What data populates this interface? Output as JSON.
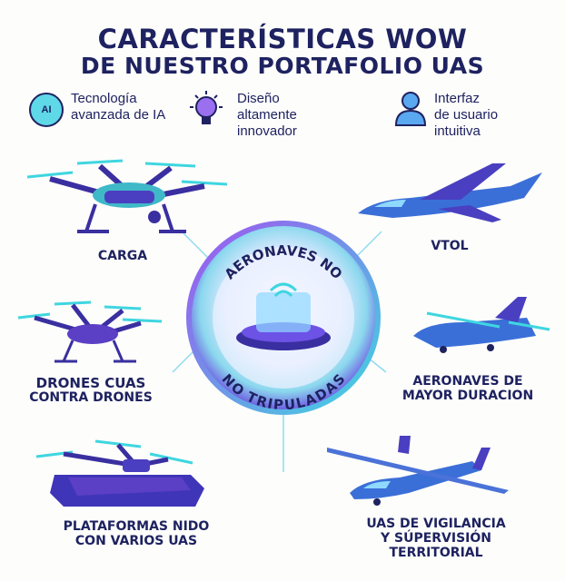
{
  "header": {
    "title_line1": "CARACTERÍSTICAS WOW",
    "title_line2": "DE NUESTRO PORTAFOLIO UAS"
  },
  "features": [
    {
      "icon": "ai-brain-icon",
      "icon_text": "AI",
      "line1": "Tecnología",
      "line2": "avanzada de IA"
    },
    {
      "icon": "lightbulb-icon",
      "line1": "Diseño",
      "line2": "altamente",
      "line3": "innovador"
    },
    {
      "icon": "user-icon",
      "line1": "Interfaz",
      "line2": "de usuario",
      "line3": "intuitiva"
    }
  ],
  "center": {
    "line1": "AERONAVES NO",
    "line2": "NO TRIPULADAS"
  },
  "items": [
    {
      "line1": "CARGA"
    },
    {
      "line1": "VTOL"
    },
    {
      "line1": "DRONES CUAS",
      "line2": "CONTRA DRONES"
    },
    {
      "line1": "AERONAVES DE",
      "line2": "MAYOR DURACION"
    },
    {
      "line1": "PLATAFORMAS NIDO",
      "line2": "CON VARIOS UAS"
    },
    {
      "line1": "UAS DE VIGILANCIA",
      "line2": "Y SÚPERVISIÓN",
      "line3": "TERRITORIAL"
    }
  ],
  "colors": {
    "navy": "#1e2260",
    "purple": "#5b3fc4",
    "cyan": "#3fd6e0",
    "blue": "#3b6fd8"
  }
}
